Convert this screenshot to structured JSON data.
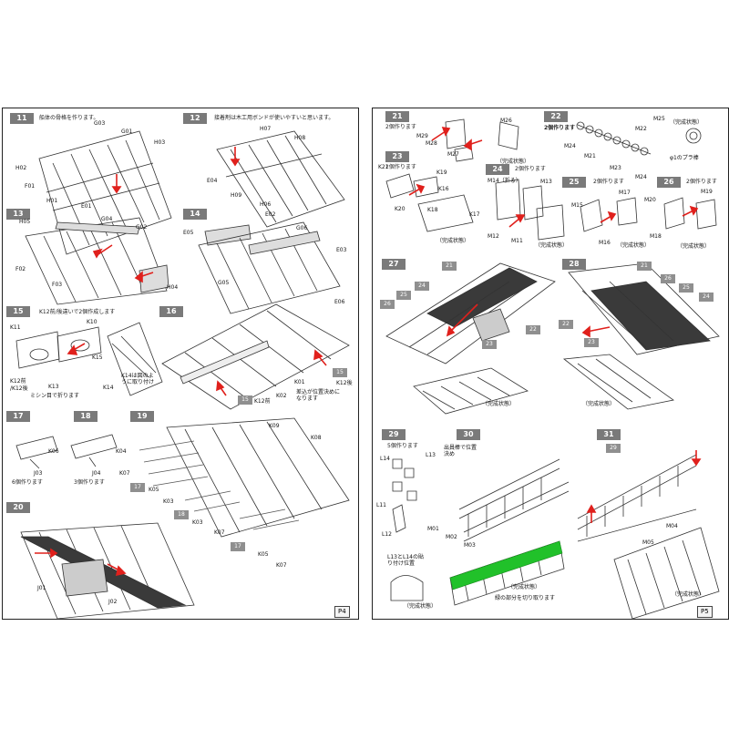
{
  "left_page": {
    "page_number": "P4",
    "steps": {
      "s11": {
        "num": "11",
        "note": "船体の骨格を作ります。"
      },
      "s12": {
        "num": "12",
        "note": "接着剤は木工用ボンドが使いやすいと思います。"
      },
      "s13": {
        "num": "13"
      },
      "s14": {
        "num": "14"
      },
      "s15": {
        "num": "15",
        "note": "K12前/後違いで2個作成します"
      },
      "s16": {
        "num": "16"
      },
      "s17": {
        "num": "17",
        "note": "6個作ります"
      },
      "s18": {
        "num": "18",
        "note": "3個作ります"
      },
      "s19": {
        "num": "19"
      },
      "s20": {
        "num": "20"
      }
    },
    "labels": {
      "g03": "G03",
      "g01": "G01",
      "h03": "H03",
      "h02": "H02",
      "f01": "F01",
      "h01": "H01",
      "e01": "E01",
      "h07": "H07",
      "h08": "H08",
      "e04": "E04",
      "h09": "H09",
      "h06": "H06",
      "h05": "H05",
      "g04": "G04",
      "g02": "G02",
      "f02": "F02",
      "f03": "F03",
      "h04": "H04",
      "e02": "E02",
      "g06": "G06",
      "e05": "E05",
      "e03": "E03",
      "g05": "G05",
      "e06": "E06",
      "k11": "K11",
      "k10": "K10",
      "k15": "K15",
      "k12f": "K12前",
      "k12r": "/K12後",
      "k13": "K13",
      "k14": "K14",
      "mishin": "ミシン目で折ります",
      "k14note": "K14は図のように取り付け",
      "k01": "K01",
      "k02": "K02",
      "k12fwd": "K12前",
      "k12aft": "K12後",
      "sashikomi": "差込が位置決めになります",
      "k06": "K06",
      "j03": "J03",
      "k04": "K04",
      "j04": "J04",
      "k09": "K09",
      "k08": "K08",
      "k07a": "K07",
      "k05a": "K05",
      "k03a": "K03",
      "k03b": "K03",
      "k07b": "K07",
      "k05b": "K05",
      "k07c": "K07",
      "j01": "J01",
      "j02": "J02"
    },
    "tags": {
      "t15": "15",
      "t15b": "15",
      "t17a": "17",
      "t18": "18",
      "t17b": "17"
    }
  },
  "right_page": {
    "page_number": "P5",
    "steps": {
      "s21": {
        "num": "21",
        "note": "2個作ります"
      },
      "s22": {
        "num": "22",
        "note": "2個作ります"
      },
      "s23": {
        "num": "23",
        "note": "2個作ります"
      },
      "s24": {
        "num": "24",
        "note": "2個作ります"
      },
      "s25": {
        "num": "25",
        "note": "2個作ります"
      },
      "s26": {
        "num": "26",
        "note": "2個作ります"
      },
      "s27": {
        "num": "27"
      },
      "s28": {
        "num": "28"
      },
      "s29": {
        "num": "29",
        "note": "5個作ります"
      },
      "s30": {
        "num": "30"
      },
      "s31": {
        "num": "31"
      }
    },
    "labels": {
      "m29": "M29",
      "m26": "M26",
      "m28": "M28",
      "m27": "M27",
      "m25": "M25",
      "m22": "M22",
      "m24a": "M24",
      "m21": "M21",
      "m23": "M23",
      "m24b": "M24",
      "rod": "φ1のプラ棒",
      "k21": "K21",
      "k19": "K19",
      "k16": "K16",
      "k20": "K20",
      "k18": "K18",
      "k17": "K17",
      "m14": "M14（折る）",
      "m13": "M13",
      "m12": "M12",
      "m11": "M11",
      "m17": "M17",
      "m15": "M15",
      "m16": "M16",
      "m19": "M19",
      "m20": "M20",
      "m18": "M18",
      "l14": "L14",
      "l13": "L13",
      "l11": "L11",
      "l12": "L12",
      "l1314note": "L13とL14の貼り付け位置",
      "zakoku": "出員棒で位置決め",
      "m01": "M01",
      "m02": "M02",
      "m03": "M03",
      "m04": "M04",
      "m05": "M05",
      "green_note": "緑の部分を切り取ります"
    },
    "done": {
      "d21": "（完成状態）",
      "d22": "（完成状態）",
      "d23": "（完成状態）",
      "d24": "（完成状態）",
      "d25": "（完成状態）",
      "d26": "（完成状態）",
      "d27": "（完成状態）",
      "d28": "（完成状態）",
      "d29": "（完成状態）",
      "d30": "（完成状態）",
      "d31": "（完成状態）"
    },
    "tags": {
      "t21a": "21",
      "t24a": "24",
      "t26a": "26",
      "t25a": "25",
      "t22a": "22",
      "t23a": "23",
      "t21b": "21",
      "t26b": "26",
      "t25b": "25",
      "t24b": "24",
      "t22b": "22",
      "t23b": "23",
      "t29": "29"
    }
  },
  "colors": {
    "step_bg": "#7a7a7a",
    "arrow": "#e0201c",
    "cut_area": "#21c12a",
    "deck": "#3a3a3a"
  }
}
